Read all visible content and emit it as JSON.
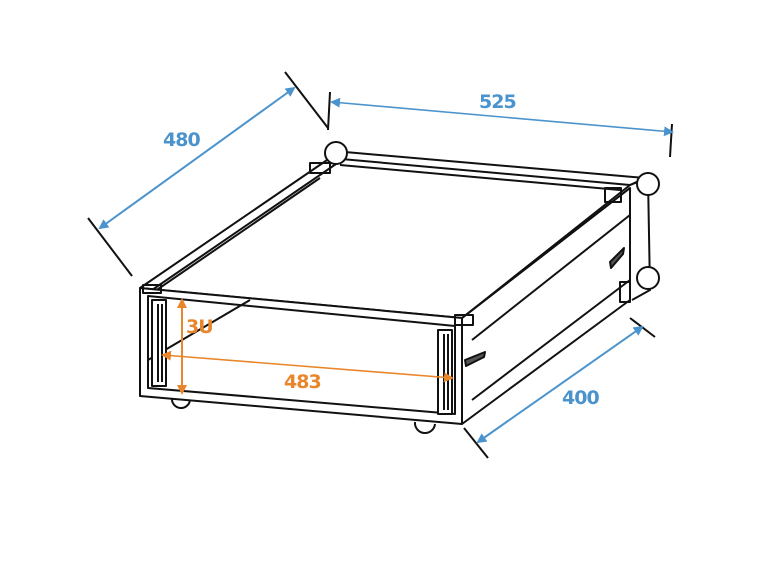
{
  "diagram": {
    "subject": "3U rack flight case, isometric line drawing",
    "colors": {
      "outline": "#111111",
      "dimension_blue": "#4b93cc",
      "dimension_orange": "#e9862b",
      "background": "#ffffff"
    },
    "dimensions": {
      "depth_outer": {
        "label": "480",
        "color": "blue"
      },
      "width_outer": {
        "label": "525",
        "color": "blue"
      },
      "mounting_depth": {
        "label": "400",
        "color": "blue"
      },
      "rack_width": {
        "label": "483",
        "color": "orange"
      },
      "rack_height": {
        "label": "3U",
        "color": "orange"
      }
    }
  }
}
